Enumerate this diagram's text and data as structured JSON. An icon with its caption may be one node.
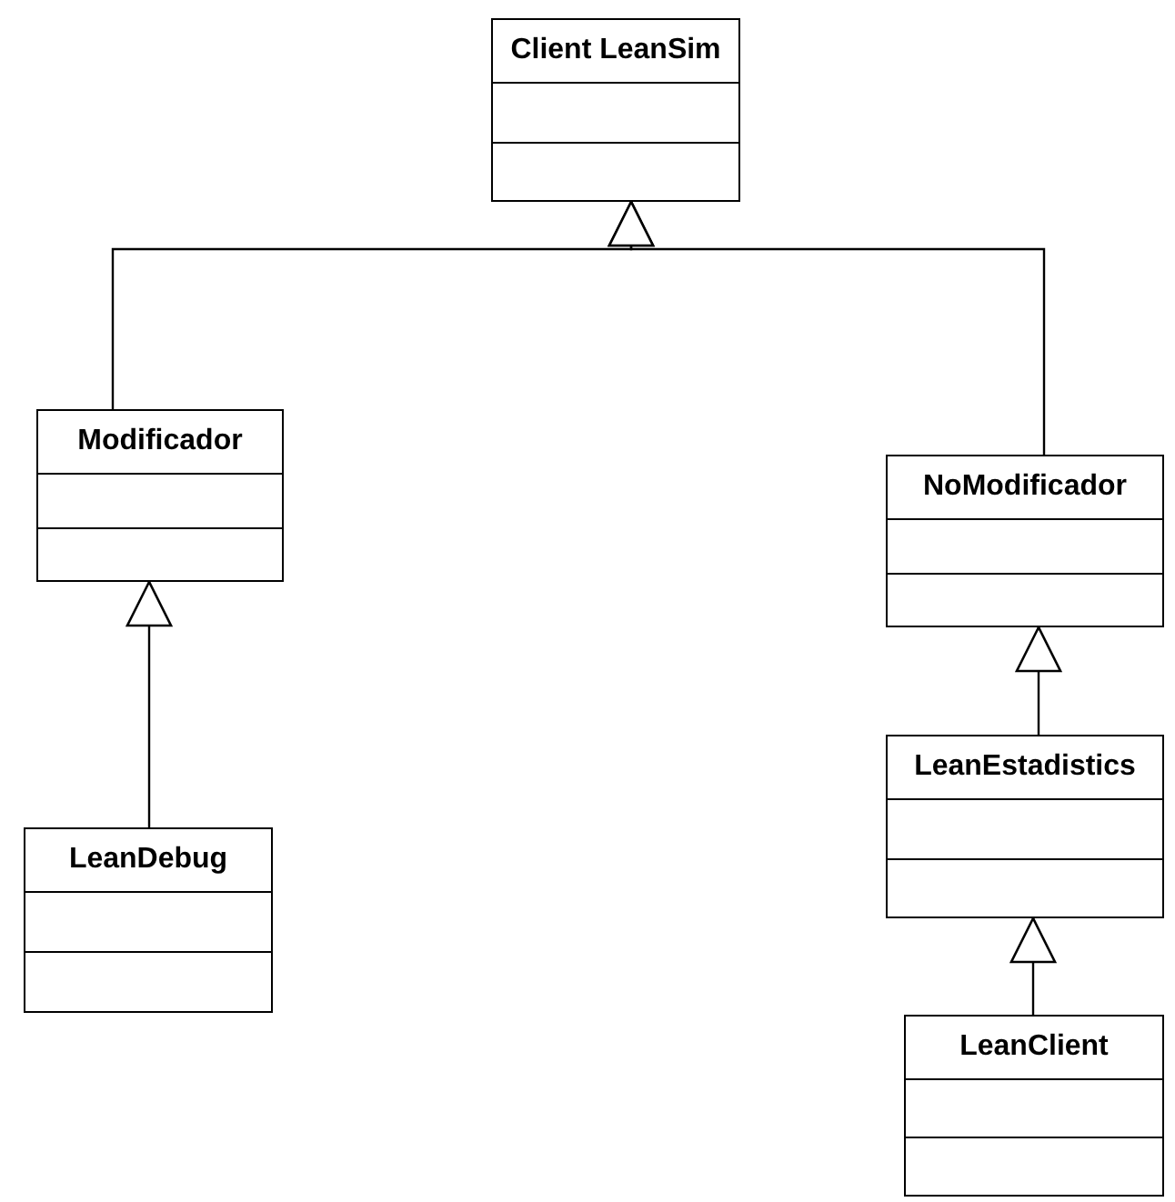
{
  "diagram": {
    "nodes": [
      {
        "text": [
          "Client LeanSim"
        ]
      },
      {
        "text": [
          "Modificador"
        ]
      },
      {
        "text": [
          "NoModificador"
        ]
      },
      {
        "text": [
          "LeanDebug"
        ]
      },
      {
        "text": [
          "LeanEstadistics"
        ]
      },
      {
        "text": [
          "LeanClient"
        ]
      }
    ],
    "edges": [
      {
        "from": 1,
        "to": 0,
        "arrow": "to"
      },
      {
        "from": 2,
        "to": 0,
        "arrow": "to"
      },
      {
        "from": 3,
        "to": 1,
        "arrow": "to"
      },
      {
        "from": 4,
        "to": 2,
        "arrow": "to"
      },
      {
        "from": 5,
        "to": 4,
        "arrow": "to"
      }
    ]
  }
}
